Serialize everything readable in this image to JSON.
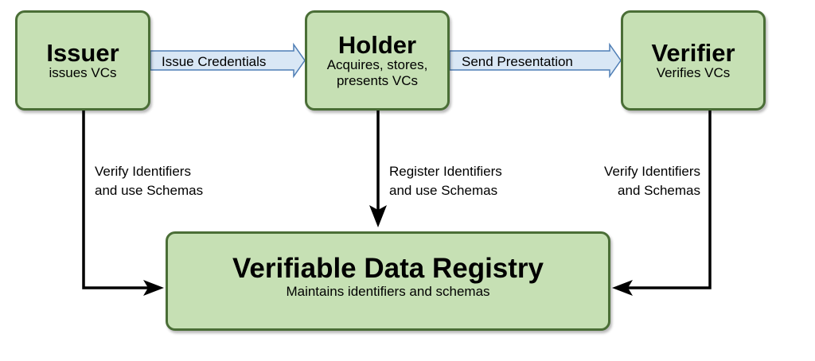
{
  "nodes": {
    "issuer": {
      "title": "Issuer",
      "desc": "issues VCs"
    },
    "holder": {
      "title": "Holder",
      "desc": "Acquires, stores, presents VCs"
    },
    "verifier": {
      "title": "Verifier",
      "desc": "Verifies VCs"
    },
    "registry": {
      "title": "Verifiable Data Registry",
      "desc": "Maintains identifiers and schemas"
    }
  },
  "flows": {
    "issue_credentials": "Issue Credentials",
    "send_presentation": "Send Presentation"
  },
  "registry_links": {
    "issuer": {
      "line1": "Verify Identifiers",
      "line2": "and use Schemas"
    },
    "holder": {
      "line1": "Register Identifiers",
      "line2": "and use Schemas"
    },
    "verifier": {
      "line1": "Verify Identifiers",
      "line2": "and Schemas"
    }
  },
  "colors": {
    "node_fill": "#c6e0b4",
    "node_border": "#4a6e36",
    "flow_arrow_fill": "#d9e7f5",
    "flow_arrow_border": "#4f7eb5",
    "connector": "#000000"
  }
}
